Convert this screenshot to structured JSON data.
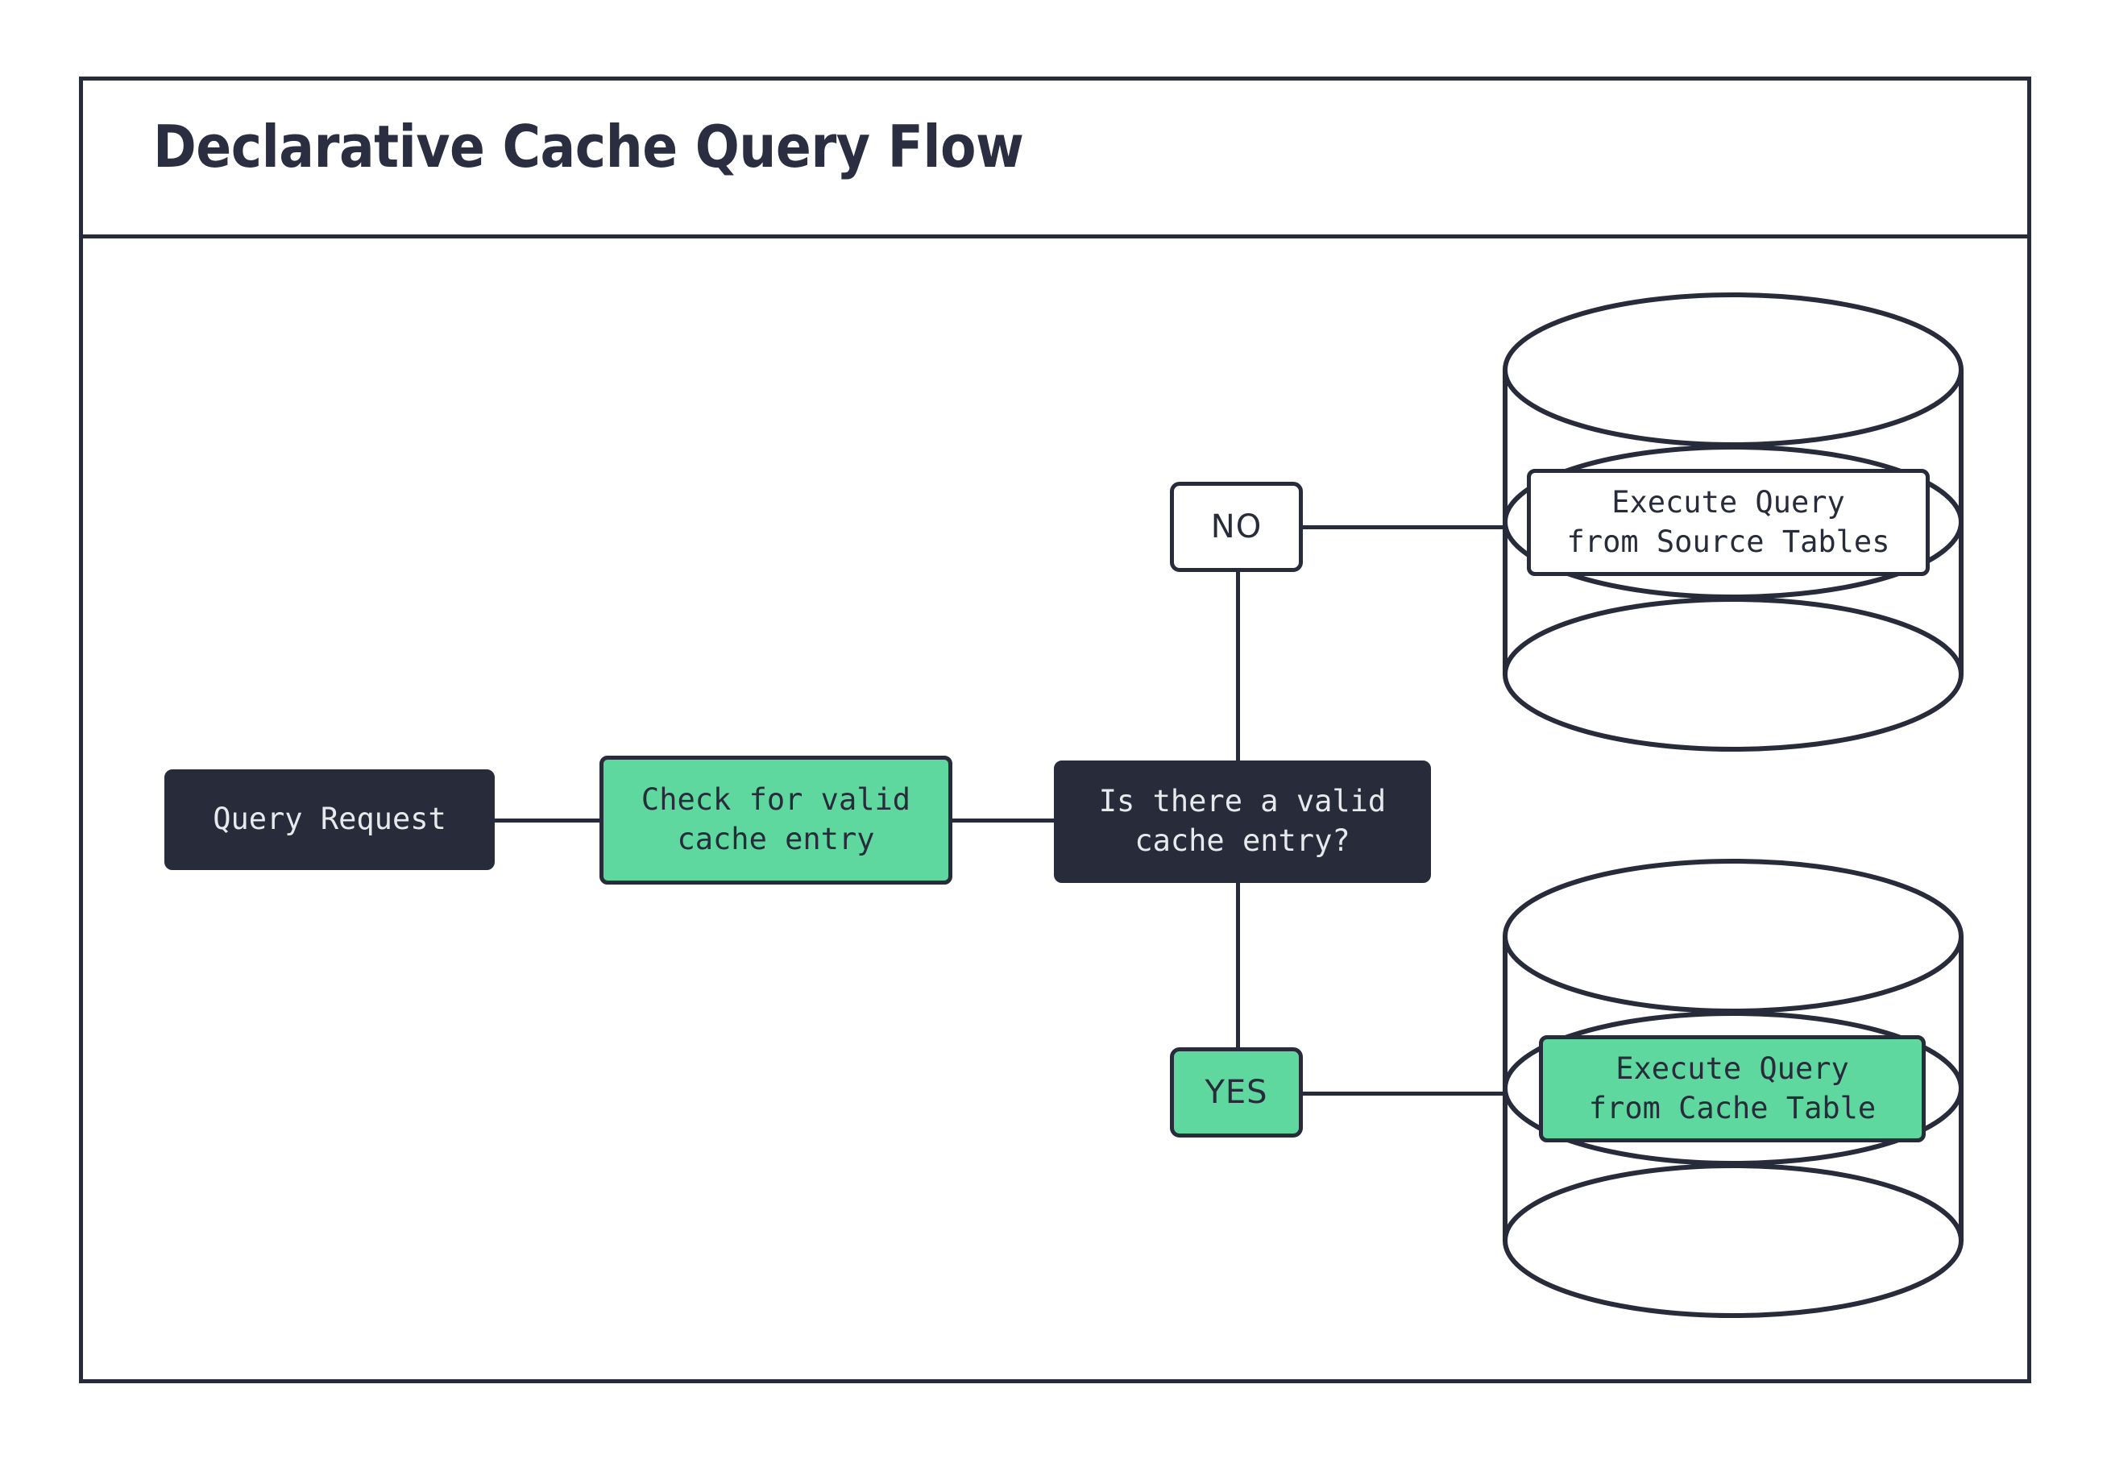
{
  "diagram": {
    "title": "Declarative Cache Query Flow",
    "colors": {
      "dark": "#272B3A",
      "green": "#5ED89F",
      "white": "#FFFFFF",
      "stroke": "#272B3A",
      "title_text": "#2A2E40"
    },
    "nodes": {
      "query_request": {
        "label": "Query Request",
        "style": "dark"
      },
      "check_cache": {
        "label": "Check for valid\ncache entry",
        "style": "green"
      },
      "decision": {
        "label": "Is there a valid\ncache entry?",
        "style": "dark"
      },
      "source_tables": {
        "label": "Execute Query\nfrom Source Tables",
        "style": "white",
        "shape": "database-cylinder"
      },
      "cache_table": {
        "label": "Execute Query\nfrom Cache Table",
        "style": "green",
        "shape": "database-cylinder"
      }
    },
    "branches": {
      "no": {
        "label": "NO",
        "style": "white"
      },
      "yes": {
        "label": "YES",
        "style": "green"
      }
    }
  }
}
